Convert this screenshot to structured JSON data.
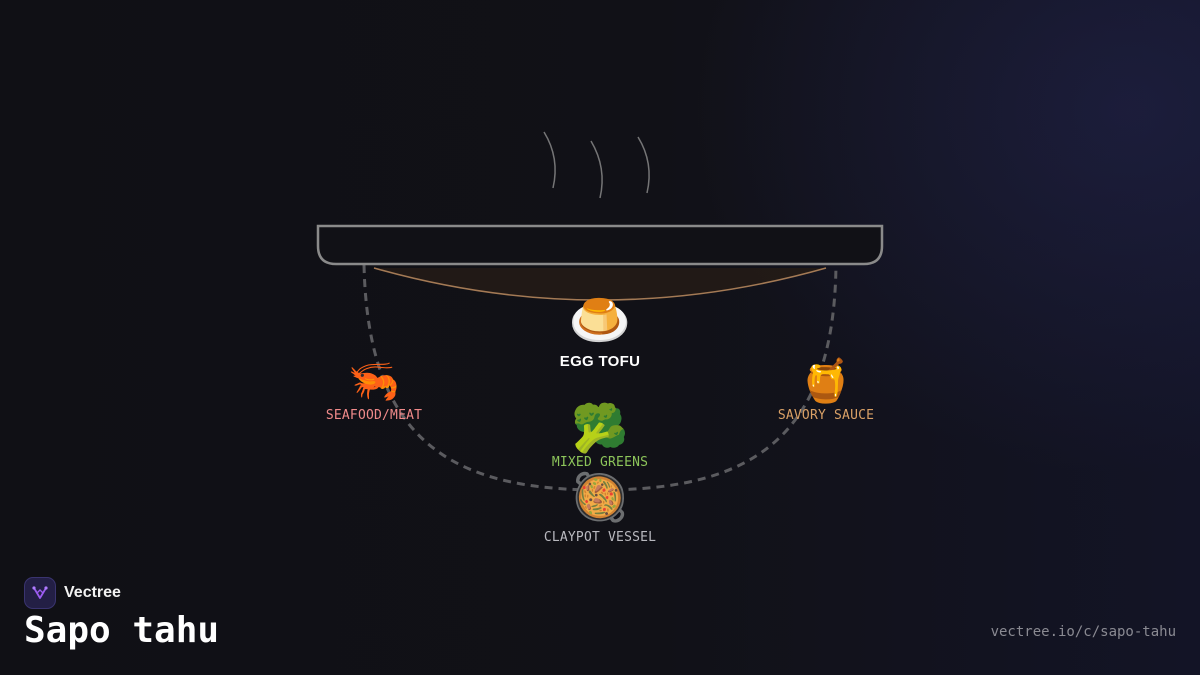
{
  "brand": {
    "name": "Vectree"
  },
  "page": {
    "title": "Sapo tahu",
    "url": "vectree.io/c/sapo-tahu"
  },
  "ingredients": {
    "egg_tofu": {
      "label": "EGG TOFU",
      "icon": "flan-pudding-icon",
      "color": "#ffffff"
    },
    "seafood": {
      "label": "SEAFOOD/MEAT",
      "icon": "shrimp-icon",
      "color": "#f08a8a"
    },
    "greens": {
      "label": "MIXED GREENS",
      "icon": "broccoli-icon",
      "color": "#8cc45a"
    },
    "sauce": {
      "label": "SAVORY SAUCE",
      "icon": "honey-pot-icon",
      "color": "#d9a066"
    },
    "vessel": {
      "label": "CLAYPOT VESSEL",
      "icon": "shallow-pan-of-food-icon",
      "color": "#b9b9bf"
    }
  },
  "colors": {
    "accent_brand": "#9b5cf0",
    "pot_stroke": "#8a8a8a",
    "broth_line": "#a47a55",
    "dashed_path": "#5b5b5f",
    "steam": "#8f8f8f"
  }
}
